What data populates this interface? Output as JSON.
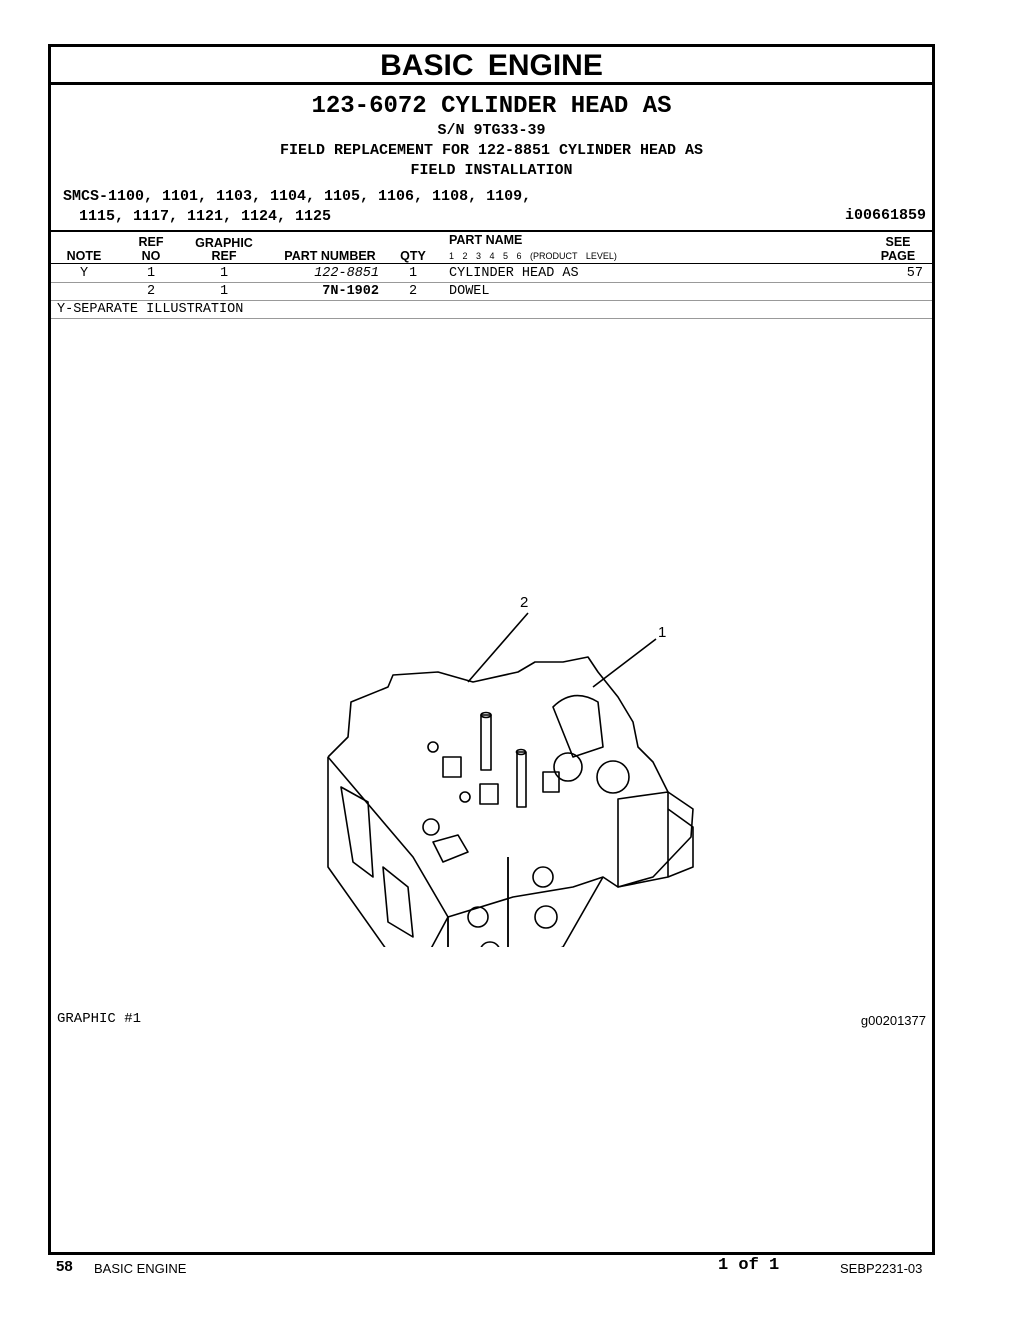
{
  "header": {
    "section_title": "BASIC ENGINE",
    "part_title": "123-6072 CYLINDER HEAD AS",
    "serial": "S/N 9TG33-39",
    "note_line_1": "FIELD REPLACEMENT FOR 122-8851 CYLINDER HEAD AS",
    "note_line_2": "FIELD INSTALLATION",
    "smcs_line_1": "SMCS-1100, 1101, 1103, 1104, 1105, 1106, 1108, 1109,",
    "smcs_line_2": "1115, 1117, 1121, 1124, 1125",
    "illustration_id": "i00661859"
  },
  "table": {
    "columns": {
      "note": "NOTE",
      "ref_1": "REF",
      "ref_2": "NO",
      "graphic_1": "GRAPHIC",
      "graphic_2": "REF",
      "part_number": "PART NUMBER",
      "qty": "QTY",
      "part_name": "PART NAME",
      "levels": "1 2 3 4 5 6 (PRODUCT LEVEL)",
      "see_1": "SEE",
      "see_2": "PAGE"
    },
    "rows": [
      {
        "note": "Y",
        "ref_no": "1",
        "graphic_ref": "1",
        "part_number": "122-8851",
        "qty": "1",
        "part_name": "CYLINDER HEAD AS",
        "see_page": "57"
      },
      {
        "note": "",
        "ref_no": "2",
        "graphic_ref": "1",
        "part_number": "7N-1902",
        "qty": "2",
        "part_name": "DOWEL",
        "see_page": ""
      }
    ],
    "footnote": "Y-SEPARATE ILLUSTRATION"
  },
  "graphic": {
    "label": "GRAPHIC #1",
    "id": "g00201377",
    "callout_1": "1",
    "callout_2": "2"
  },
  "footer": {
    "page_number": "58",
    "section": "BASIC ENGINE",
    "page_count": "1 of 1",
    "doc_id": "SEBP2231-03"
  }
}
